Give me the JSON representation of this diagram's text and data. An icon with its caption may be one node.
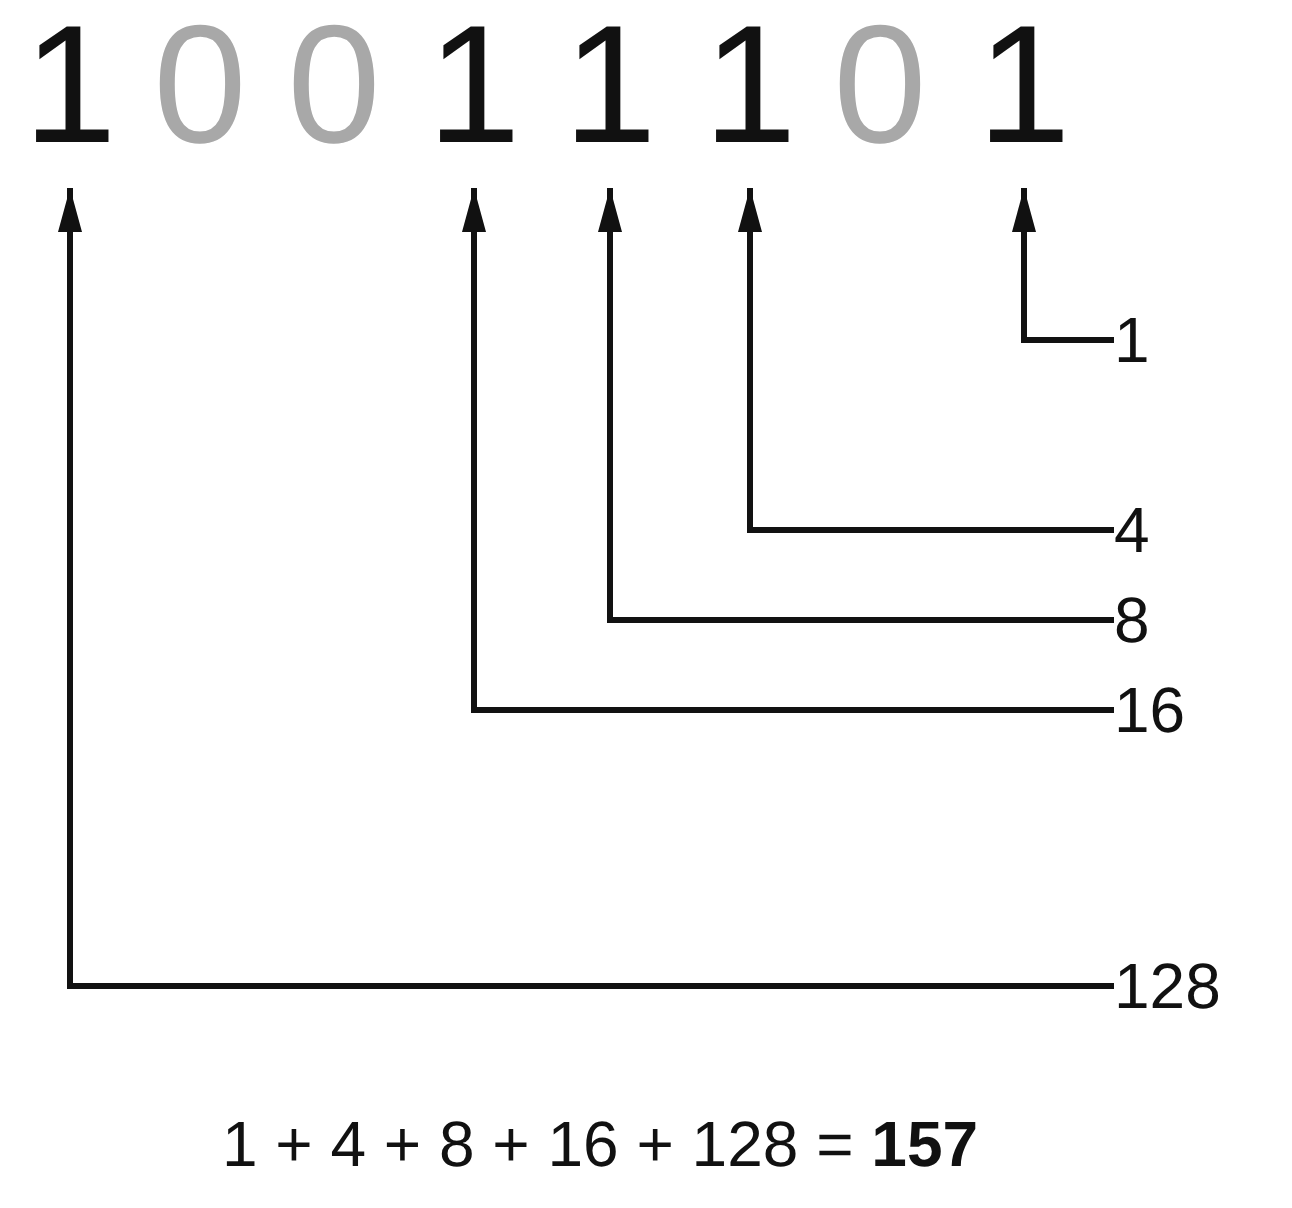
{
  "diagram": {
    "nodes": [
      {
        "text": [
          "1"
        ]
      },
      {
        "text": [
          "0"
        ]
      },
      {
        "text": [
          "0"
        ]
      },
      {
        "text": [
          "1"
        ]
      },
      {
        "text": [
          "1"
        ]
      },
      {
        "text": [
          "1"
        ]
      },
      {
        "text": [
          "0"
        ]
      },
      {
        "text": [
          "1"
        ]
      },
      {
        "text": [
          "1"
        ]
      },
      {
        "text": [
          "4"
        ]
      },
      {
        "text": [
          "8"
        ]
      },
      {
        "text": [
          "16"
        ]
      },
      {
        "text": [
          "128"
        ]
      }
    ],
    "edges": [
      {
        "from": 8,
        "to": 7,
        "arrow": "to"
      },
      {
        "from": 9,
        "to": 5,
        "arrow": "to"
      },
      {
        "from": 10,
        "to": 4,
        "arrow": "to"
      },
      {
        "from": 11,
        "to": 3,
        "arrow": "to"
      },
      {
        "from": 12,
        "to": 0,
        "arrow": "to"
      }
    ],
    "labels": [
      "1 + 4 + 8 + 16 + 128 = **157**"
    ]
  }
}
